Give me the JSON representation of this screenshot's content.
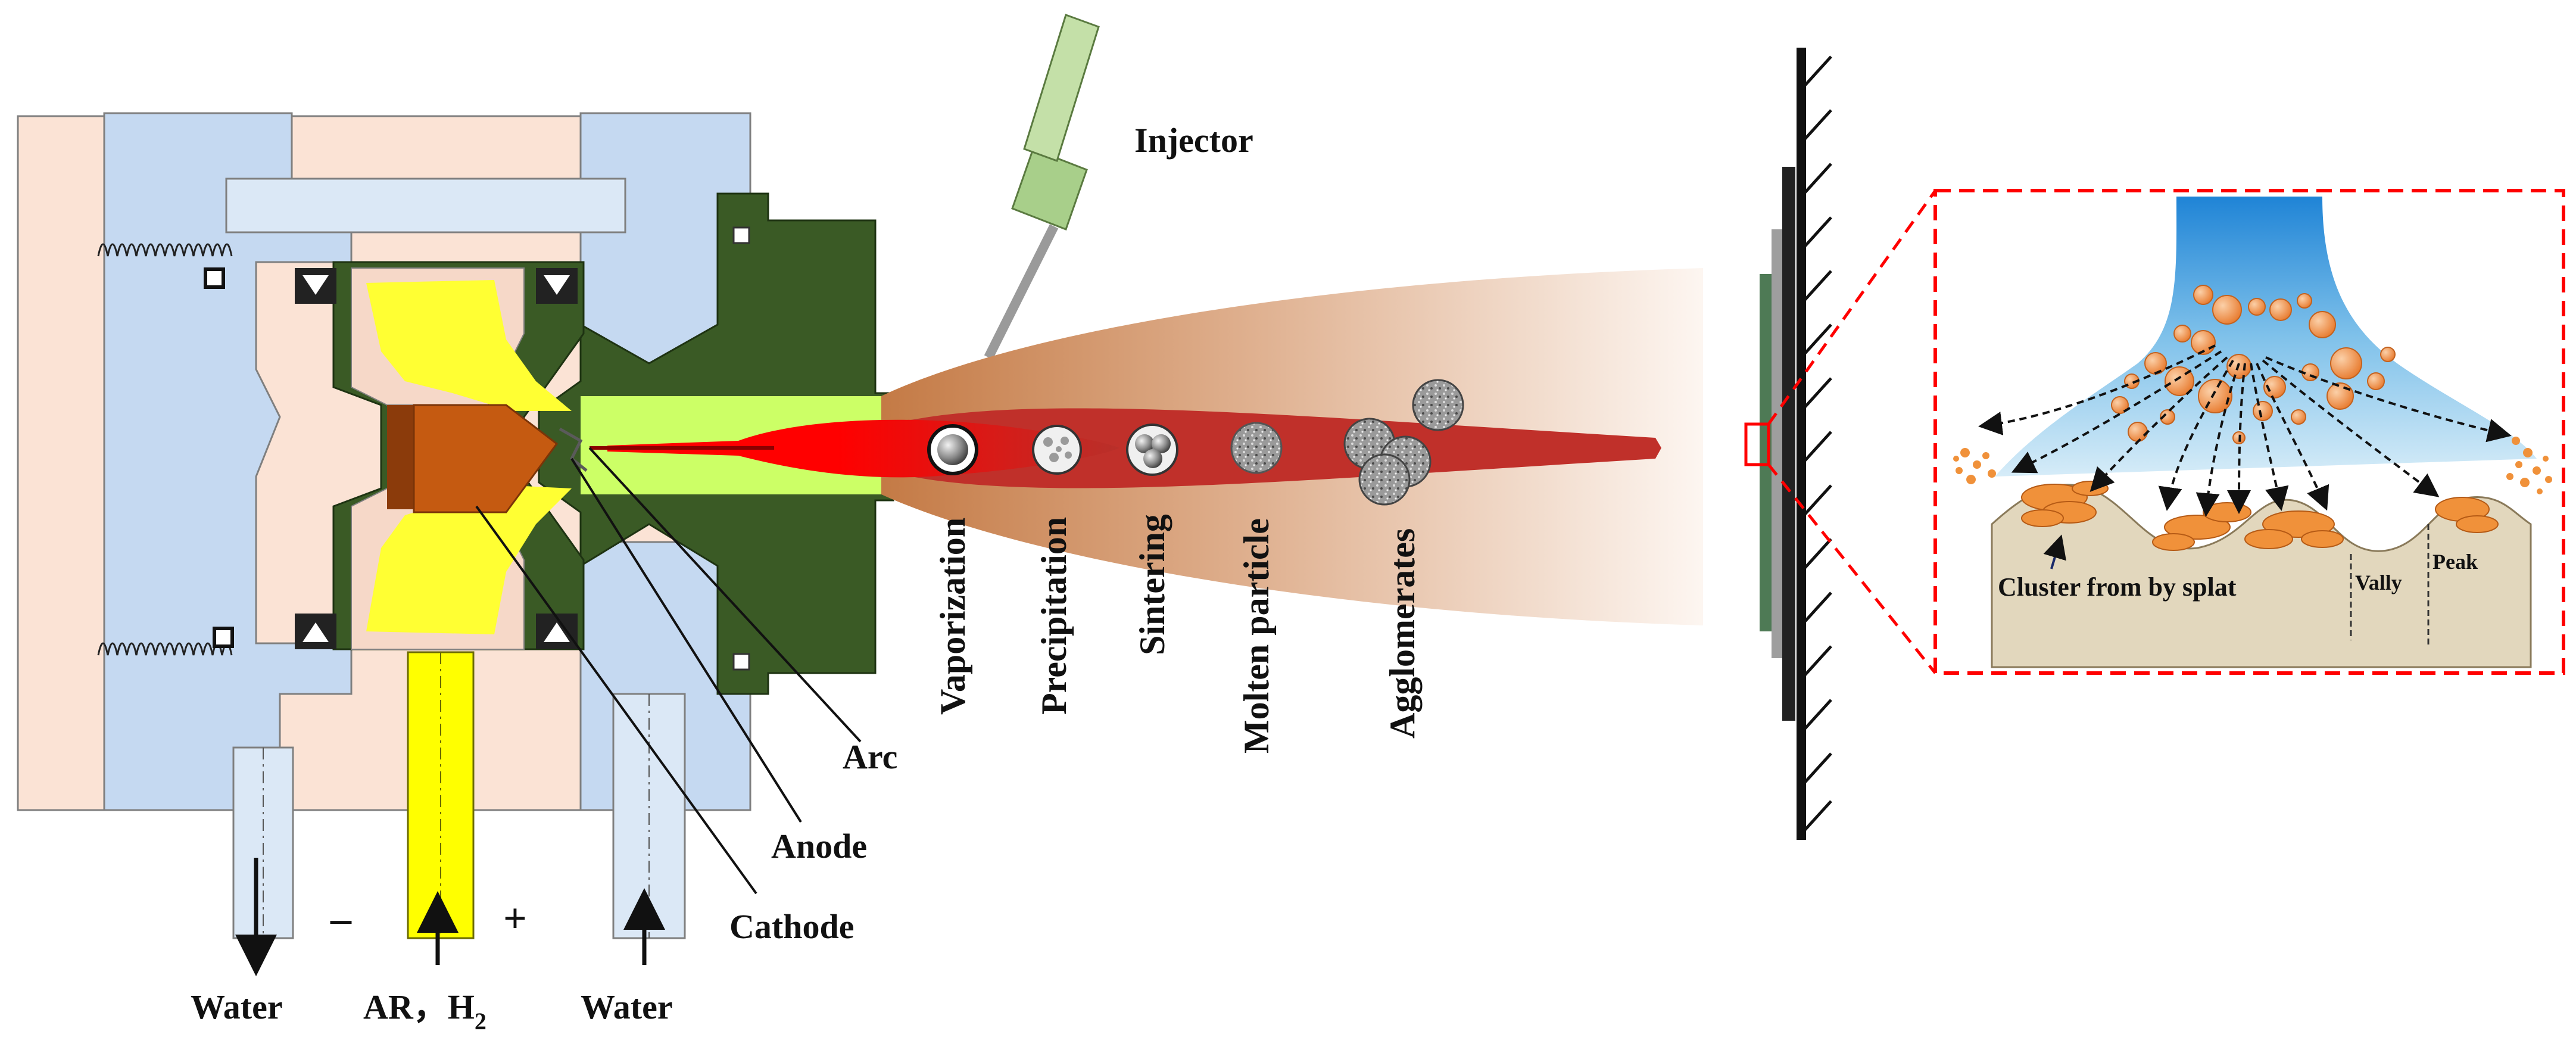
{
  "labels": {
    "injector": "Injector",
    "arc": "Arc",
    "anode": "Anode",
    "cathode": "Cathode",
    "water_left": "Water",
    "water_right": "Water",
    "gas": "AR，H",
    "gas_subscript": "2",
    "minus": "–",
    "plus": "+",
    "stage_vaporization": "Vaporization",
    "stage_precipitation": "Precipitation",
    "stage_sintering": "Sintering",
    "stage_molten": "Molten particle",
    "stage_agglomerates": "Agglomerates",
    "cluster": "Cluster from by splat",
    "vally": "Vally",
    "peak": "Peak"
  },
  "colors": {
    "housing_pink": "#fbe3d5",
    "housing_blue": "#c5d9f1",
    "electrode_green": "#3a5a25",
    "cathode_brown": "#c55a11",
    "gas_yellow": "#ffff33",
    "arc_lime": "#ccff66",
    "plasma_red": "#ff0000",
    "plasma_dark": "#c00000",
    "plume_tan": "#d7a27e",
    "splat_orange": "#f4a460",
    "zoom_red": "#ff0000",
    "substrate": "#e2d7bd",
    "sky_blue": "#2f8fd8"
  }
}
